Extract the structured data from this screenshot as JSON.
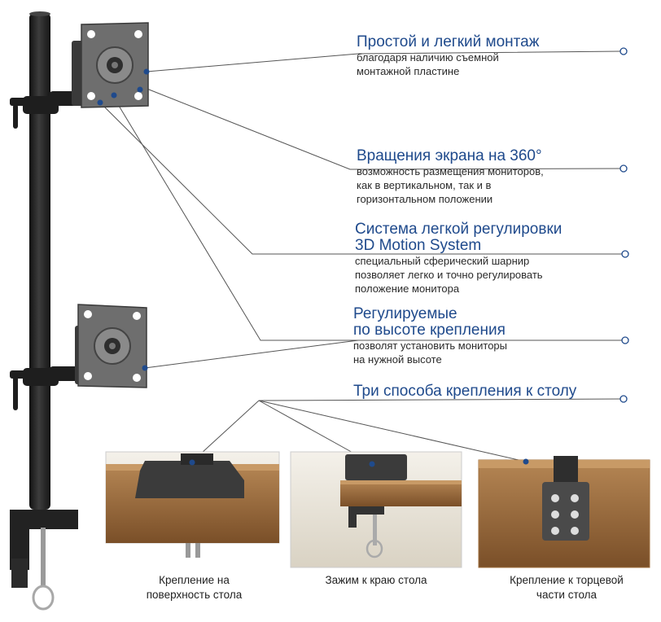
{
  "features": [
    {
      "title": "Простой и легкий монтаж",
      "desc": "благодаря наличию съемной\nмонтажной пластине"
    },
    {
      "title": "Вращения экрана на 360°",
      "desc": "возможность размещения мониторов,\nкак в вертикальном, так и в\nгоризонтальном положении"
    },
    {
      "title": "Система легкой регулировки\n3D Motion System",
      "desc": "специальный сферический шарнир\nпозволяет легко и точно регулировать\nположение монитора"
    },
    {
      "title": "Регулируемые\nпо высоте крепления",
      "desc": "позволят установить мониторы\nна нужной высоте"
    },
    {
      "title": "Три способа крепления к столу",
      "desc": ""
    }
  ],
  "captions": [
    "Крепление на\nповерхность стола",
    "Зажим к краю стола",
    "Крепление к торцевой\nчасти стола"
  ],
  "colors": {
    "accent": "#1f4a8c",
    "pole": "#2a2a2a",
    "wood": "#8a5a2e"
  }
}
